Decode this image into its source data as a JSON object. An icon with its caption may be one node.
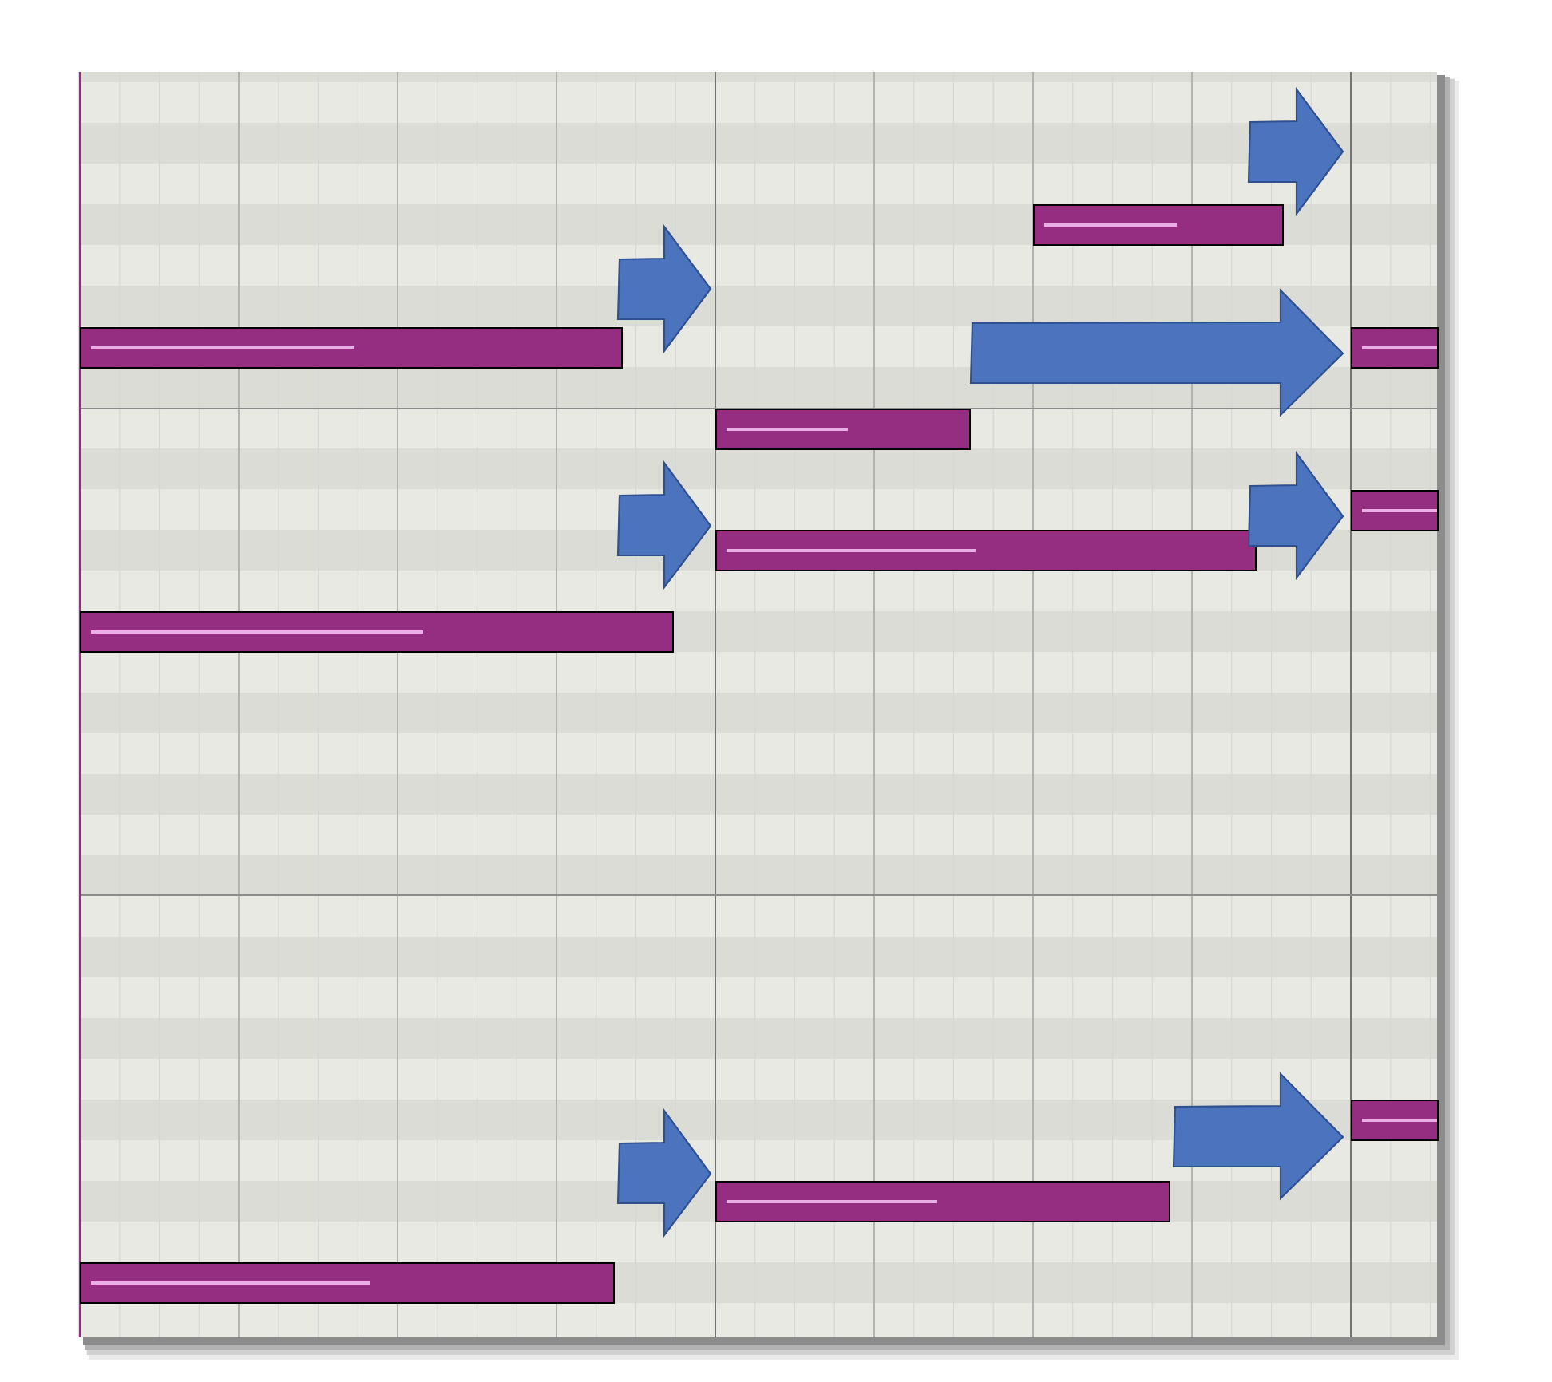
{
  "diagram": {
    "nodes": [
      {
        "text": [],
        "shape": "bar"
      },
      {
        "text": [],
        "shape": "bar"
      },
      {
        "text": [],
        "shape": "bar"
      },
      {
        "text": [],
        "shape": "bar"
      },
      {
        "text": [],
        "shape": "bar"
      },
      {
        "text": [],
        "shape": "bar"
      },
      {
        "text": [],
        "shape": "bar"
      },
      {
        "text": [],
        "shape": "bar"
      },
      {
        "text": [],
        "shape": "bar"
      },
      {
        "text": [],
        "shape": "bar"
      }
    ],
    "edges": [
      {
        "from": 0,
        "to": null,
        "arrow": "to"
      },
      {
        "from": 1,
        "to": 4,
        "arrow": "to"
      },
      {
        "from": 2,
        "to": 5,
        "arrow": "to"
      },
      {
        "from": 6,
        "to": null,
        "arrow": "to"
      },
      {
        "from": 3,
        "to": 7,
        "arrow": "to"
      },
      {
        "from": 4,
        "to": 8,
        "arrow": "to"
      },
      {
        "from": 5,
        "to": 9,
        "arrow": "to"
      }
    ]
  }
}
